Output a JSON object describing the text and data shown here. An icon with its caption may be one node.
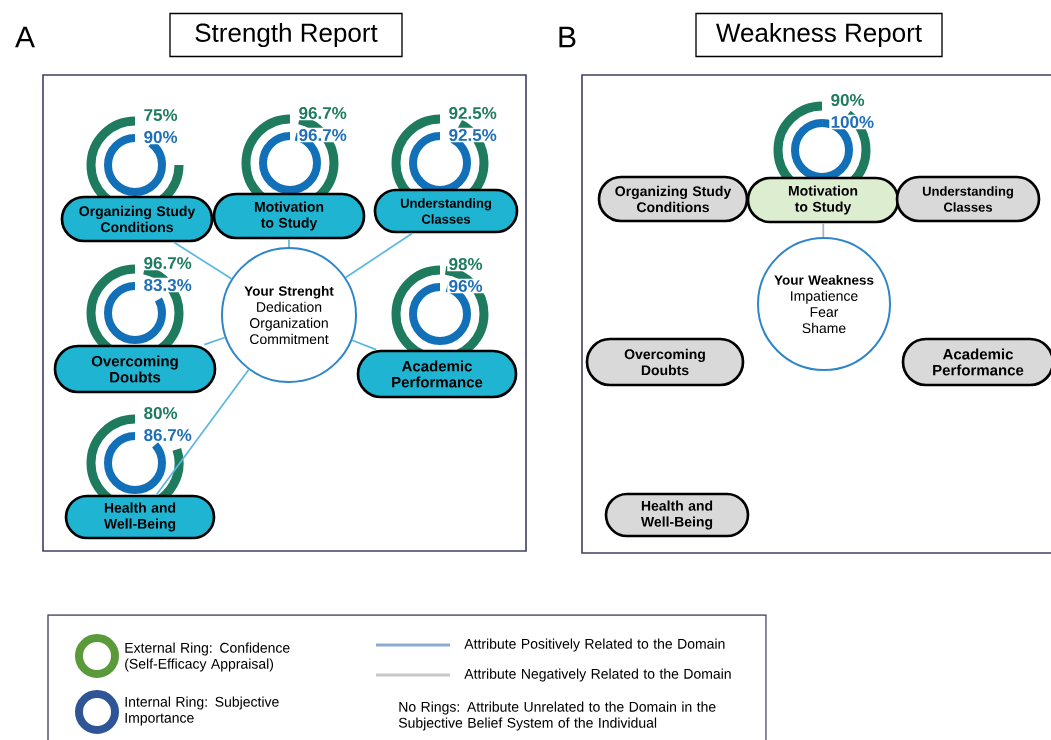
{
  "diagram": {
    "nodes": [
      {
        "text": [
          "Strength Report"
        ]
      },
      {
        "text": [
          "Organizing Study Conditions"
        ],
        "in": 0,
        "beside": [
          "75%",
          "90%"
        ]
      },
      {
        "text": [
          "Motivation to Study"
        ],
        "in": 0,
        "beside": [
          "96.7%",
          "96.7%"
        ]
      },
      {
        "text": [
          "Understanding Classes"
        ],
        "in": 0,
        "beside": [
          "92.5%",
          "92.5%"
        ]
      },
      {
        "text": [
          "Overcoming Doubts"
        ],
        "in": 0,
        "beside": [
          "96.7%",
          "83.3%"
        ]
      },
      {
        "text": [
          "Your Strenght",
          "Dedication Organization Commitment"
        ],
        "in": 0
      },
      {
        "text": [
          "Academic Performance"
        ],
        "in": 0,
        "beside": [
          "98%",
          "96%"
        ]
      },
      {
        "text": [
          "Health and Well-Being"
        ],
        "in": 0,
        "beside": [
          "80%",
          "86.7%"
        ]
      },
      {
        "text": [
          "Weakness Report"
        ]
      },
      {
        "text": [
          "Organizing Study Conditions"
        ],
        "in": 8
      },
      {
        "text": [
          "Motivation to Study"
        ],
        "in": 8,
        "beside": [
          "90%",
          "100%"
        ]
      },
      {
        "text": [
          "Understanding Classes"
        ],
        "in": 8
      },
      {
        "text": [
          "Your Weakness",
          "Impatience Fear Shame"
        ],
        "in": 8
      },
      {
        "text": [
          "Overcoming Doubts"
        ],
        "in": 8
      },
      {
        "text": [
          "Academic Performance"
        ],
        "in": 8
      },
      {
        "text": [
          "Health and Well-Being"
        ],
        "in": 8
      }
    ],
    "edges": [
      {
        "from": 5,
        "to": 1,
        "arrow": "none"
      },
      {
        "from": 5,
        "to": 2,
        "arrow": "none"
      },
      {
        "from": 5,
        "to": 3,
        "arrow": "none"
      },
      {
        "from": 5,
        "to": 4,
        "arrow": "none"
      },
      {
        "from": 5,
        "to": 6,
        "arrow": "none"
      },
      {
        "from": 5,
        "to": 7,
        "arrow": "none"
      },
      {
        "from": 12,
        "to": 10,
        "arrow": "none",
        "color": "#9fb4c8"
      }
    ],
    "labels": [
      "A",
      "B",
      "No Rings: Attribute Unrelated to the Domain in the Subjective Belief System of the Individual"
    ],
    "legend": [
      {
        "text": "External Ring: Confidence (Self-Efficacy Appraisal)"
      },
      {
        "text": "Internal Ring: Subjective Importance"
      },
      {
        "text": "Attribute Positively Related to the Domain"
      },
      {
        "text": "Attribute Negatively Related to the Domain"
      }
    ]
  }
}
